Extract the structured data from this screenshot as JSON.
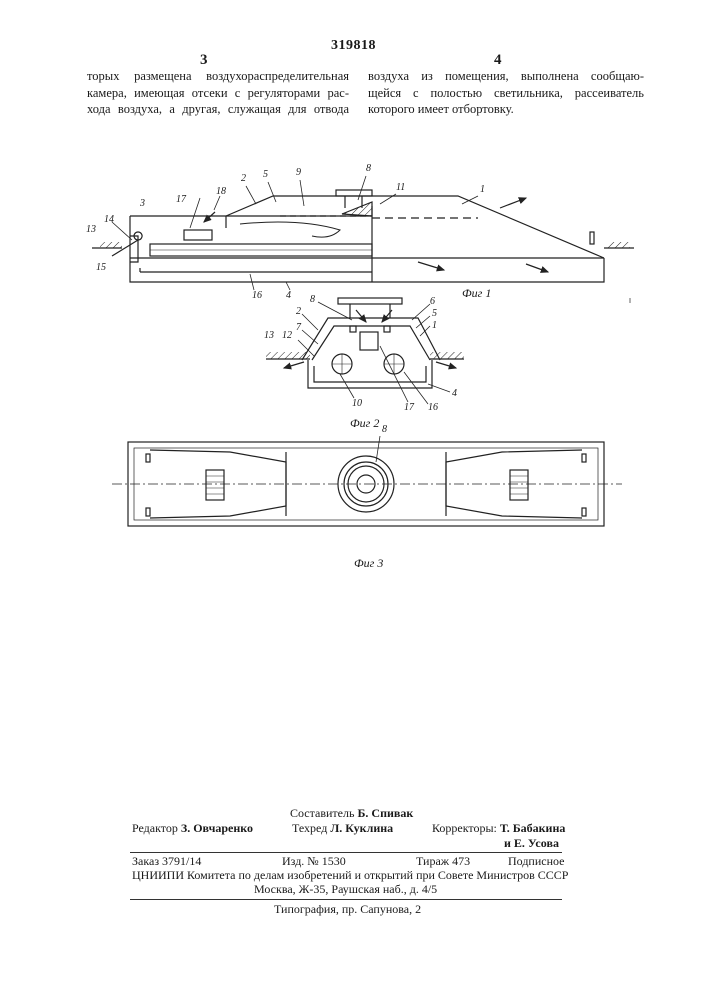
{
  "header": {
    "patent_number": "319818",
    "col_left_number": "3",
    "col_right_number": "4"
  },
  "text": {
    "left_col": [
      "торых размещена воздухораспределительная",
      "камера, имеющая отсеки с регуляторами рас-",
      "хода воздуха, а другая, служащая для отвода"
    ],
    "right_col": [
      "воздуха из помещения, выполнена сообщаю-",
      "щейся с полостью светильника, рассеиватель",
      "которого имеет отбортовку."
    ]
  },
  "figures": {
    "fig1_label": "Фиг 1",
    "fig2_label": "Фиг 2",
    "fig3_label": "Фиг 3",
    "fig1_numbers": [
      "13",
      "14",
      "3",
      "17",
      "18",
      "2",
      "5",
      "9",
      "8",
      "11",
      "1",
      "15",
      "16",
      "4"
    ],
    "fig2_numbers": [
      "8",
      "6",
      "5",
      "1",
      "2",
      "7",
      "13",
      "12",
      "10",
      "17",
      "16",
      "4"
    ],
    "fig3_numbers": [
      "8"
    ]
  },
  "imprint": {
    "compiler_label": "Составитель",
    "compiler_name": "Б. Спивак",
    "editor_label": "Редактор",
    "editor_name": "З. Овчаренко",
    "techred_label": "Техред",
    "techred_name": "Л. Куклина",
    "correctors_label": "Корректоры:",
    "corrector_1": "Т. Бабакина",
    "corrector_2": "и Е. Усова",
    "order": "Заказ 3791/14",
    "edition": "Изд. № 1530",
    "circulation": "Тираж 473",
    "subscription": "Подписное",
    "institute": "ЦНИИПИ Комитета по делам изобретений и открытий при Совете Министров СССР",
    "address": "Москва, Ж-35, Раушская наб., д. 4/5",
    "printer": "Типография, пр. Сапунова, 2"
  }
}
